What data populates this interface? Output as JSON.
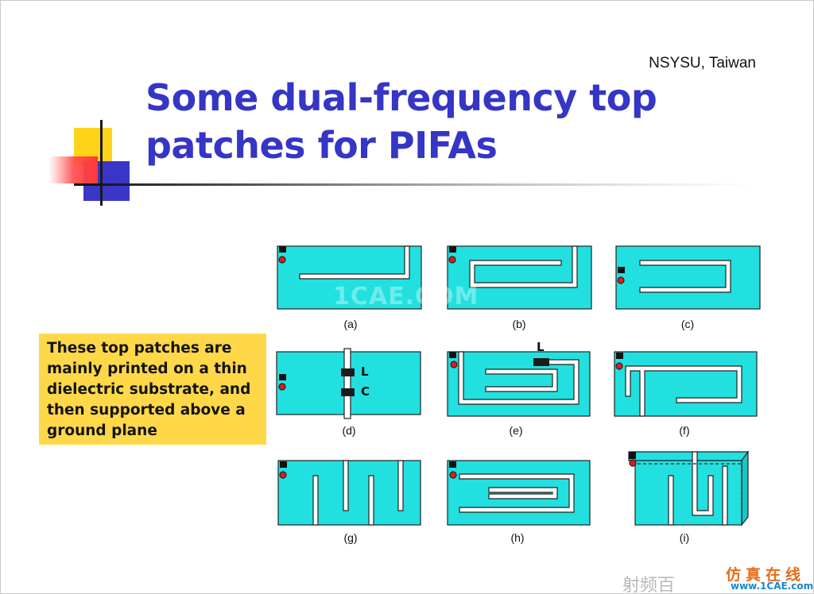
{
  "slide": {
    "affiliation": "NSYSU, Taiwan",
    "title_line1": "Some dual-frequency top",
    "title_line2": "patches for PIFAs"
  },
  "callout": {
    "lines": [
      "These top patches are",
      "mainly printed on a thin",
      "dielectric substrate, and",
      "then supported above a",
      "ground plane"
    ]
  },
  "figure": {
    "labels": [
      "(a)",
      "(b)",
      "(c)",
      "(d)",
      "(e)",
      "(f)",
      "(g)",
      "(h)",
      "(i)"
    ],
    "inductor_label": "L",
    "capacitor_label": "C",
    "patch_color": "#22e0e0",
    "slot_color": "#ffffff",
    "feed_color": "#e11b1b",
    "short_color": "#111111"
  },
  "watermarks": {
    "center": "1CAE.COM",
    "bottom_left": "射频百",
    "logo_top": "仿真在线",
    "logo_bottom": "www.1CAE.com"
  },
  "colors": {
    "title": "#3535c6",
    "callout_bg": "#ffd84a"
  }
}
